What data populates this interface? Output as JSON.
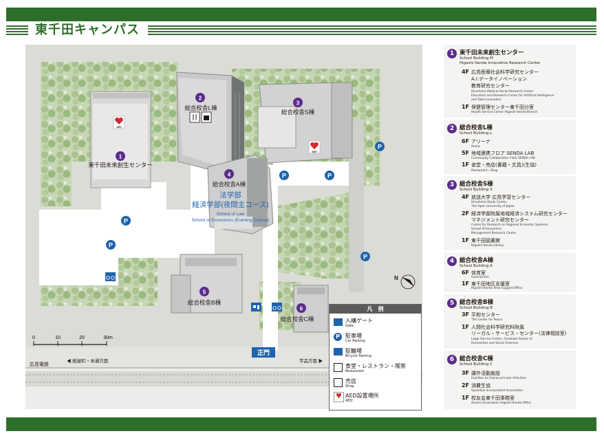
{
  "title": "東千田キャンパス",
  "map": {
    "buildings": [
      {
        "num": "1",
        "name": "東千田未来創生センター"
      },
      {
        "num": "2",
        "name": "総合校舎L棟"
      },
      {
        "num": "3",
        "name": "総合校舎S棟"
      },
      {
        "num": "4",
        "name": "総合校舎A棟"
      },
      {
        "num": "5",
        "name": "総合校舎B棟"
      },
      {
        "num": "6",
        "name": "総合校舎C棟"
      }
    ],
    "faculty": {
      "line1": "法学部",
      "line2": "経済学部(夜間主コース)",
      "en1": "School of Law",
      "en2": "School of Economics (Evening Course)"
    },
    "main_gate": "正門",
    "aed_icon_label": "AED",
    "parking_symbol": "P",
    "railway": "広島電鉄",
    "direction_left": "◀ 紙屋町・本通方面",
    "direction_right": "宇品方面 ▶",
    "north_label": "N",
    "scale_labels": [
      "0",
      "10",
      "20",
      "30m"
    ],
    "colors": {
      "green": "#2d6e2a",
      "parking_blue": "#1f63ac",
      "purple": "#5a2d8c",
      "aed_red": "#d7282f"
    }
  },
  "map_legend": {
    "title": "凡　例",
    "items": [
      {
        "icon": "gate-icon",
        "ja": "入構ゲート",
        "en": "Gate"
      },
      {
        "icon": "car-parking-icon",
        "ja": "駐車場",
        "en": "Car Parking"
      },
      {
        "icon": "bicycle-parking-icon",
        "ja": "駐輪場",
        "en": "Bicycle Parking"
      },
      {
        "icon": "restaurant-icon",
        "ja": "食堂・レストラン・喫茶",
        "en": "Restaurant"
      },
      {
        "icon": "shop-icon",
        "ja": "売店",
        "en": "Shop"
      },
      {
        "icon": "aed-icon",
        "ja": "AED設置場所",
        "en": "AED"
      }
    ]
  },
  "directory": [
    {
      "num": "1",
      "name": "東千田未来創生センター",
      "en1": "School Building M",
      "en2": "Higashi-Senda Innovative Research Center",
      "floors": [
        {
          "floor": "4F",
          "ja": [
            "広島医療社会科学研究センター",
            "A.I.データイノベーション",
            "教育研究センター"
          ],
          "en": [
            "Hiroshima Medical Social Research Center",
            "Education and Research Center for Artificial Intelligence",
            "and Data Innovation"
          ]
        },
        {
          "floor": "1F",
          "ja": [
            "保健管理センター東千田分室"
          ],
          "en": [
            "Health Service Center Higashi-Senda-Branch"
          ]
        }
      ]
    },
    {
      "num": "2",
      "name": "総合校舎L棟",
      "en1": "School Building L",
      "en2": "",
      "floors": [
        {
          "floor": "6F",
          "ja": [
            "アリーナ"
          ],
          "en": [
            "Arena"
          ]
        },
        {
          "floor": "5F",
          "ja": [
            "地域連携フロア SENDA LAB"
          ],
          "en": [
            "Community Collaboration Floor SENDA LAB"
          ]
        },
        {
          "floor": "1F",
          "ja": [
            "食堂・売店(書籍・文具)(生協)"
          ],
          "en": [
            "Restaurant・Shop"
          ]
        }
      ]
    },
    {
      "num": "3",
      "name": "総合校舎S棟",
      "en1": "School Building S",
      "en2": "",
      "floors": [
        {
          "floor": "4F",
          "ja": [
            "放送大学 広島学習センター"
          ],
          "en": [
            "Hiroshima Study Center,",
            "The Open University of Japan"
          ]
        },
        {
          "floor": "2F",
          "ja": [
            "経済学部附属地域経済システム研究センター",
            "マネジメント研究センター"
          ],
          "en": [
            "Center for Research on Regional Economic Systems,",
            "School of Economics",
            "Management Research Center"
          ]
        },
        {
          "floor": "1F",
          "ja": [
            "東千田図書館"
          ],
          "en": [
            "Higashi-Senda Library"
          ]
        }
      ]
    },
    {
      "num": "4",
      "name": "総合校舎A棟",
      "en1": "School Building A",
      "en2": "",
      "floors": [
        {
          "floor": "6F",
          "ja": [
            "体育室"
          ],
          "en": [
            "Gymnasium"
          ]
        },
        {
          "floor": "1F",
          "ja": [
            "東千田地区支援室"
          ],
          "en": [
            "Higashi-Senda Area Support Office"
          ]
        }
      ]
    },
    {
      "num": "5",
      "name": "総合校舎B棟",
      "en1": "School Building B",
      "en2": "",
      "floors": [
        {
          "floor": "3F",
          "ja": [
            "平和センター"
          ],
          "en": [
            "The Center for Peace"
          ]
        },
        {
          "floor": "1F",
          "ja": [
            "人間社会科学研究科附属",
            "リーガル・サービス・センター(法律相談室)"
          ],
          "en": [
            "Legal Service Center, Graduate School of",
            "Humanities and Social Sciences"
          ]
        }
      ]
    },
    {
      "num": "6",
      "name": "総合校舎C棟",
      "en1": "School Building C",
      "en2": "",
      "floors": [
        {
          "floor": "3F",
          "ja": [
            "課外活動施設"
          ],
          "en": [
            "Facilities for Extracurricular Activities"
          ]
        },
        {
          "floor": "2F",
          "ja": [
            "消費生協"
          ],
          "en": [
            "Syoshikai Incorporated Association"
          ]
        },
        {
          "floor": "1F",
          "ja": [
            "校友会東千田事務室"
          ],
          "en": [
            "Alumni Association Higashi-Senda Office"
          ]
        }
      ]
    }
  ]
}
